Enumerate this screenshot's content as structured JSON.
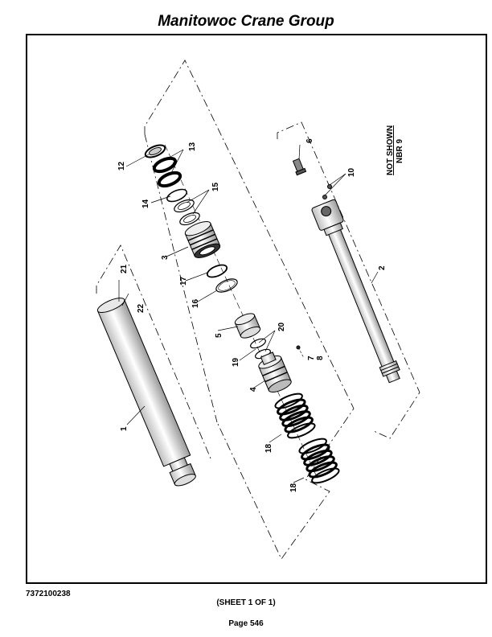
{
  "header": {
    "title": "Manitowoc Crane Group"
  },
  "diagram": {
    "note_line1": "NOT SHOWN",
    "note_line2": "NBR 9",
    "callouts": [
      "12",
      "13",
      "14",
      "15",
      "3",
      "17",
      "16",
      "21",
      "22",
      "5",
      "20",
      "19",
      "7",
      "8",
      "4",
      "1",
      "18",
      "18",
      "6",
      "10",
      "2"
    ]
  },
  "footer": {
    "doc_number": "7372100238",
    "sheet": "(SHEET 1 OF 1)",
    "page": "Page 546"
  }
}
